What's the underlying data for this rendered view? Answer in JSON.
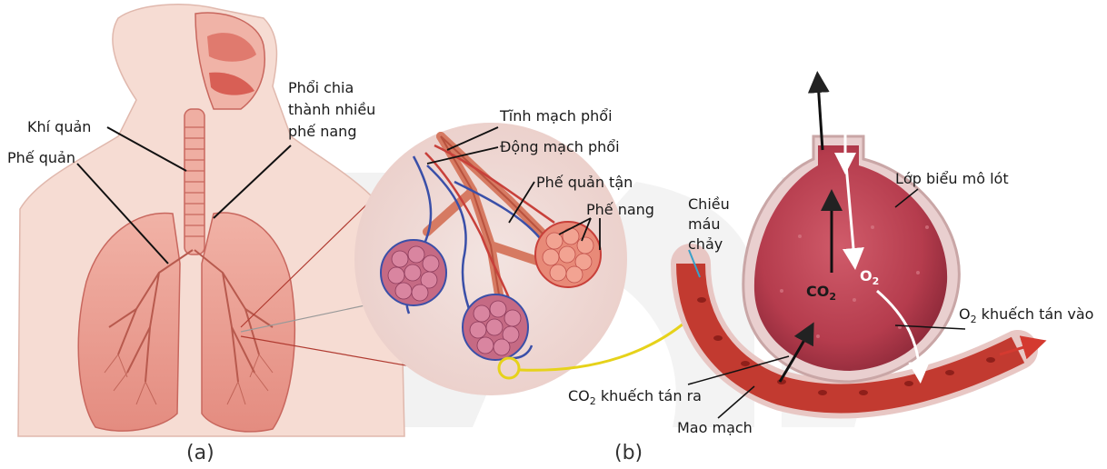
{
  "panel_a": {
    "caption": "(a)",
    "labels": {
      "khi_quan": "Khí quản",
      "phe_quan": "Phế quản",
      "phoi_line1": "Phổi chia",
      "phoi_line2": "thành nhiều",
      "phoi_line3": "phế nang"
    }
  },
  "panel_b": {
    "caption": "(b)",
    "labels": {
      "tinh_mach_phoi": "Tĩnh mạch phổi",
      "dong_mach_phoi": "Động mạch phổi",
      "phe_quan_tan": "Phế quản tận",
      "phe_nang": "Phế nang",
      "chieu_line1": "Chiều",
      "chieu_line2": "máu",
      "chieu_line3": "chảy",
      "lop_bieu_mo": "Lớp biểu mô lót",
      "co2_main": "CO",
      "co2_sub": "2",
      "o2_main": "O",
      "o2_sub": "2",
      "o2_diffuse_prefix": "O",
      "o2_diffuse_sub": "2",
      "o2_diffuse_rest": " khuếch tán vào",
      "co2_diffuse_prefix": "CO",
      "co2_diffuse_sub": "2",
      "co2_diffuse_rest": " khuếch tán ra",
      "mao_mach": "Mao mạch"
    }
  },
  "colors": {
    "tissue": "#e8958a",
    "vessel_red": "#c8403a",
    "vein_blue": "#3a4fa8",
    "alveolus": "#b03a48",
    "highlight_yellow": "#e6d21a"
  }
}
